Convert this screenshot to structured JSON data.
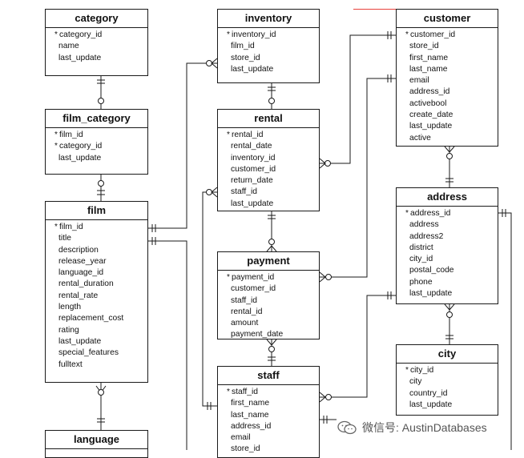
{
  "entities": {
    "category": {
      "name": "category",
      "fields": [
        {
          "pk": true,
          "label": "category_id"
        },
        {
          "pk": false,
          "label": "name"
        },
        {
          "pk": false,
          "label": "last_update"
        }
      ]
    },
    "film_category": {
      "name": "film_category",
      "fields": [
        {
          "pk": true,
          "label": "film_id"
        },
        {
          "pk": true,
          "label": "category_id"
        },
        {
          "pk": false,
          "label": "last_update"
        }
      ]
    },
    "film": {
      "name": "film",
      "fields": [
        {
          "pk": true,
          "label": "film_id"
        },
        {
          "pk": false,
          "label": "title"
        },
        {
          "pk": false,
          "label": "description"
        },
        {
          "pk": false,
          "label": "release_year"
        },
        {
          "pk": false,
          "label": "language_id"
        },
        {
          "pk": false,
          "label": "rental_duration"
        },
        {
          "pk": false,
          "label": "rental_rate"
        },
        {
          "pk": false,
          "label": "length"
        },
        {
          "pk": false,
          "label": "replacement_cost"
        },
        {
          "pk": false,
          "label": "rating"
        },
        {
          "pk": false,
          "label": "last_update"
        },
        {
          "pk": false,
          "label": "special_features"
        },
        {
          "pk": false,
          "label": "fulltext"
        }
      ]
    },
    "language": {
      "name": "language",
      "fields": []
    },
    "inventory": {
      "name": "inventory",
      "fields": [
        {
          "pk": true,
          "label": "inventory_id"
        },
        {
          "pk": false,
          "label": "film_id"
        },
        {
          "pk": false,
          "label": "store_id"
        },
        {
          "pk": false,
          "label": "last_update"
        }
      ]
    },
    "rental": {
      "name": "rental",
      "fields": [
        {
          "pk": true,
          "label": "rental_id"
        },
        {
          "pk": false,
          "label": "rental_date"
        },
        {
          "pk": false,
          "label": "inventory_id"
        },
        {
          "pk": false,
          "label": "customer_id"
        },
        {
          "pk": false,
          "label": "return_date"
        },
        {
          "pk": false,
          "label": "staff_id"
        },
        {
          "pk": false,
          "label": "last_update"
        }
      ]
    },
    "payment": {
      "name": "payment",
      "fields": [
        {
          "pk": true,
          "label": "payment_id"
        },
        {
          "pk": false,
          "label": "customer_id"
        },
        {
          "pk": false,
          "label": "staff_id"
        },
        {
          "pk": false,
          "label": "rental_id"
        },
        {
          "pk": false,
          "label": "amount"
        },
        {
          "pk": false,
          "label": "payment_date"
        }
      ]
    },
    "staff": {
      "name": "staff",
      "fields": [
        {
          "pk": true,
          "label": "staff_id"
        },
        {
          "pk": false,
          "label": "first_name"
        },
        {
          "pk": false,
          "label": "last_name"
        },
        {
          "pk": false,
          "label": "address_id"
        },
        {
          "pk": false,
          "label": "email"
        },
        {
          "pk": false,
          "label": "store_id"
        }
      ]
    },
    "customer": {
      "name": "customer",
      "fields": [
        {
          "pk": true,
          "label": "customer_id"
        },
        {
          "pk": false,
          "label": "store_id"
        },
        {
          "pk": false,
          "label": "first_name"
        },
        {
          "pk": false,
          "label": "last_name"
        },
        {
          "pk": false,
          "label": "email"
        },
        {
          "pk": false,
          "label": "address_id"
        },
        {
          "pk": false,
          "label": "activebool"
        },
        {
          "pk": false,
          "label": "create_date"
        },
        {
          "pk": false,
          "label": "last_update"
        },
        {
          "pk": false,
          "label": "active"
        }
      ]
    },
    "address": {
      "name": "address",
      "fields": [
        {
          "pk": true,
          "label": "address_id"
        },
        {
          "pk": false,
          "label": "address"
        },
        {
          "pk": false,
          "label": "address2"
        },
        {
          "pk": false,
          "label": "district"
        },
        {
          "pk": false,
          "label": "city_id"
        },
        {
          "pk": false,
          "label": "postal_code"
        },
        {
          "pk": false,
          "label": "phone"
        },
        {
          "pk": false,
          "label": "last_update"
        }
      ]
    },
    "city": {
      "name": "city",
      "fields": [
        {
          "pk": true,
          "label": "city_id"
        },
        {
          "pk": false,
          "label": "city"
        },
        {
          "pk": false,
          "label": "country_id"
        },
        {
          "pk": false,
          "label": "last_update"
        }
      ]
    }
  },
  "pk_marker": "*",
  "watermark": {
    "text": "微信号: AustinDatabases"
  },
  "colors": {
    "line": "#1a1a1a",
    "accent": "#e8423b"
  }
}
